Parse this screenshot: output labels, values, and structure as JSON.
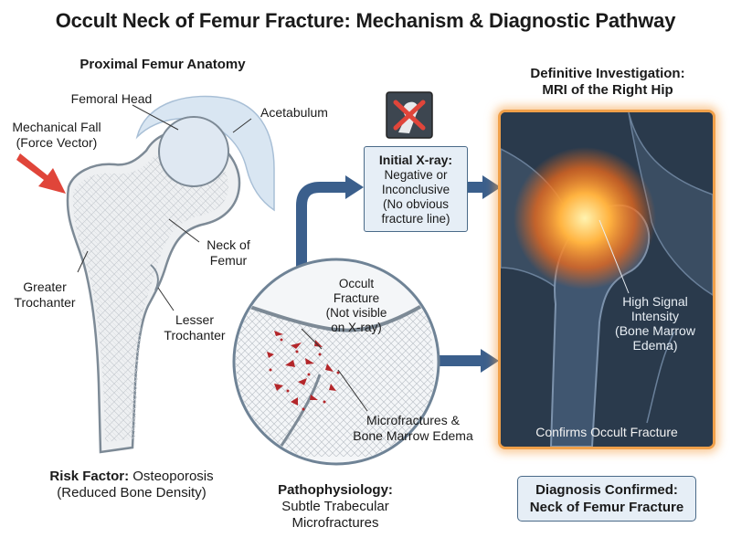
{
  "title": "Occult Neck of Femur Fracture: Mechanism & Diagnostic Pathway",
  "anatomy": {
    "heading": "Proximal Femur Anatomy",
    "femoral_head": "Femoral Head",
    "acetabulum": "Acetabulum",
    "fall_line1": "Mechanical Fall",
    "fall_line2": "(Force Vector)",
    "neck_line1": "Neck of",
    "neck_line2": "Femur",
    "greater_line1": "Greater",
    "greater_line2": "Trochanter",
    "lesser_line1": "Lesser",
    "lesser_line2": "Trochanter",
    "risk_bold": "Risk Factor:",
    "risk_rest": " Osteoporosis",
    "risk_line2": "(Reduced Bone Density)"
  },
  "zoom": {
    "occult_line1": "Occult",
    "occult_line2": "Fracture",
    "occult_line3": "(Not visible",
    "occult_line4": "on X-ray)",
    "micro_line1": "Microfractures &",
    "micro_line2": "Bone Marrow Edema",
    "patho_heading": "Pathophysiology:",
    "patho_line1": "Subtle Trabecular",
    "patho_line2": "Microfractures"
  },
  "xray": {
    "heading": "Initial X-ray:",
    "line1": "Negative or",
    "line2": "Inconclusive",
    "line3": "(No obvious",
    "line4": "fracture line)"
  },
  "mri": {
    "heading_line1": "Definitive Investigation:",
    "heading_line2": "MRI of the Right Hip",
    "signal_line1": "High Signal",
    "signal_line2": "Intensity",
    "signal_line3": "(Bone Marrow",
    "signal_line4": "Edema)",
    "confirms": "Confirms Occult Fracture"
  },
  "diagnosis": {
    "line1": "Diagnosis Confirmed:",
    "line2": "Neck of Femur Fracture"
  },
  "colors": {
    "arrow_blue": "#3b5f8c",
    "bone_fill": "#eef0f2",
    "force_red": "#e0453a",
    "glow_orange": "#f0a04a",
    "mri_bg": "#2a3a4c"
  }
}
